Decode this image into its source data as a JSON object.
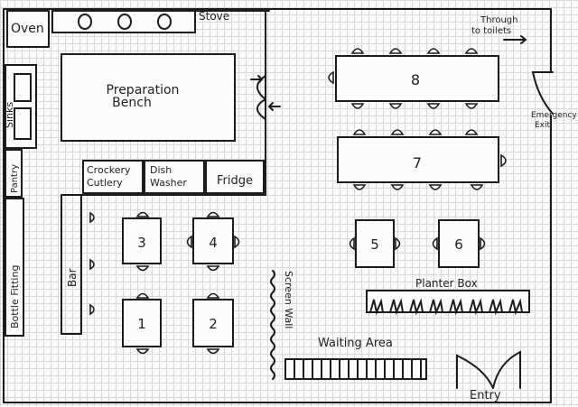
{
  "labels": {
    "oven": "Oven",
    "stove": "Stove",
    "sinks": "Sinks",
    "pantry": "Pantry",
    "bottle_fitting": "Bottle Fitting",
    "prep_line1": "Preparation",
    "prep_line2": "Bench",
    "crockery_line1": "Crockery",
    "crockery_line2": "Cutlery",
    "dish_line1": "Dish",
    "dish_line2": "Washer",
    "fridge": "Fridge",
    "bar": "Bar",
    "screen_wall": "Screen Wall",
    "waiting_area": "Waiting Area",
    "planter_box": "Planter Box",
    "entry": "Entry",
    "through_line1": "Through",
    "through_line2": "to toilets",
    "emergency_line1": "Emergency",
    "emergency_line2": "Exit"
  },
  "tables": {
    "t1": "1",
    "t2": "2",
    "t3": "3",
    "t4": "4",
    "t5": "5",
    "t6": "6",
    "t7": "7",
    "t8": "8"
  }
}
